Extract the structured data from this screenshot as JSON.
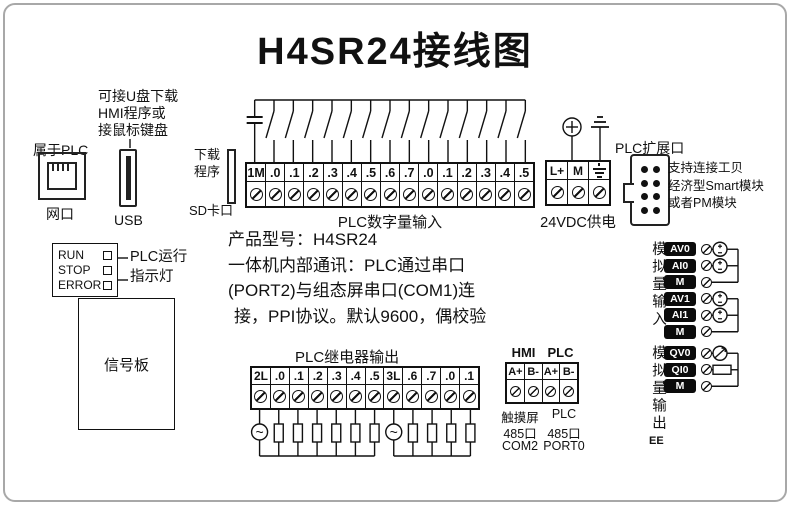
{
  "title": "H4SR24接线图",
  "left_panel": {
    "usb_note": [
      "可接U盘下载",
      "HMI程序或",
      "接鼠标键盘"
    ],
    "plc_owner": "属于PLC",
    "ethernet_label": "网口",
    "usb_label": "USB",
    "sd_note": [
      "下载",
      "程序"
    ],
    "sd_label": "SD卡口",
    "indicators": [
      "RUN",
      "STOP",
      "ERROR"
    ],
    "indicator_caption": [
      "PLC运行",
      "指示灯"
    ],
    "signal_board": "信号板"
  },
  "digital_input": {
    "caption": "PLC数字量输入",
    "terminals": [
      "1M",
      ".0",
      ".1",
      ".2",
      ".3",
      ".4",
      ".5",
      ".6",
      ".7",
      ".0",
      ".1",
      ".2",
      ".3",
      ".4",
      ".5"
    ]
  },
  "power": {
    "caption": "24VDC供电",
    "terminals": [
      "L+",
      "M",
      "⏚"
    ]
  },
  "expansion": {
    "title": "PLC扩展口",
    "note": [
      "支持连接工贝",
      "经济型Smart模块",
      "或者PM模块"
    ]
  },
  "info": {
    "lines": [
      "产品型号：H4SR24",
      "一体机内部通讯：PLC通过串口",
      "(PORT2)与组态屏串口(COM1)连",
      "接，PPI协议。默认9600，偶校验"
    ]
  },
  "relay_output": {
    "caption": "PLC继电器输出",
    "terminals": [
      "2L",
      ".0",
      ".1",
      ".2",
      ".3",
      ".4",
      ".5",
      "3L",
      ".6",
      ".7",
      ".0",
      ".1"
    ]
  },
  "comm": {
    "headers": [
      "HMI",
      "PLC"
    ],
    "terminals": [
      "A+",
      "B-",
      "A+",
      "B-"
    ],
    "captions": [
      [
        "触摸屏",
        "PLC"
      ],
      [
        "485口",
        "485口"
      ],
      [
        "COM2",
        "PORT0"
      ]
    ]
  },
  "analog_input": {
    "label": "模拟量输入",
    "terminals": [
      "AV0",
      "AI0",
      "M",
      "AV1",
      "AI1",
      "M"
    ]
  },
  "analog_output": {
    "label": "模拟量输出",
    "terminals": [
      "QV0",
      "QI0",
      "M"
    ],
    "footnote": "EE"
  }
}
